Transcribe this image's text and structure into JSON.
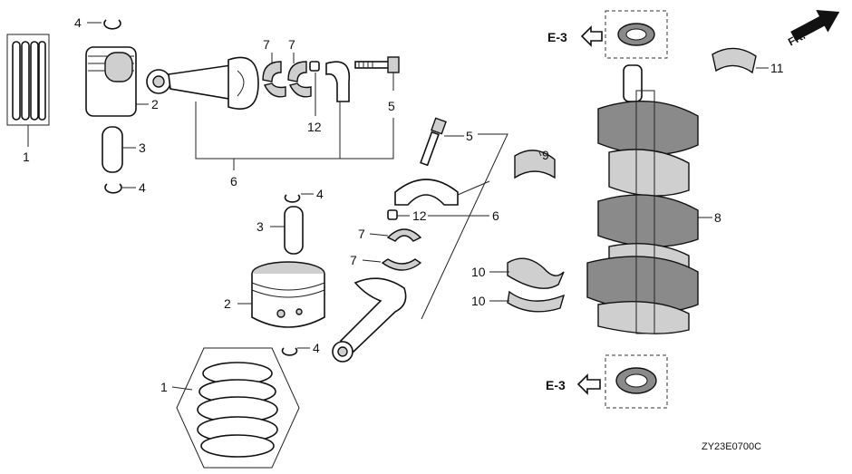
{
  "diagram": {
    "diagram_code": "ZY23E0700C",
    "front_label": "FR.",
    "ref_labels": [
      "E-3",
      "E-3"
    ],
    "callouts": {
      "c1a": "1",
      "c2a": "2",
      "c3a": "3",
      "c4a": "4",
      "c4b": "4",
      "c6a": "6",
      "c7a": "7",
      "c7b": "7",
      "c12a": "12",
      "c5a": "5",
      "c5b": "5",
      "c9": "9",
      "c6b": "6",
      "c12b": "12",
      "c7c": "7",
      "c7d": "7",
      "c4c": "4",
      "c3b": "3",
      "c2b": "2",
      "c4d": "4",
      "c1b": "1",
      "c10a": "10",
      "c10b": "10",
      "c8": "8",
      "c11": "11"
    }
  }
}
